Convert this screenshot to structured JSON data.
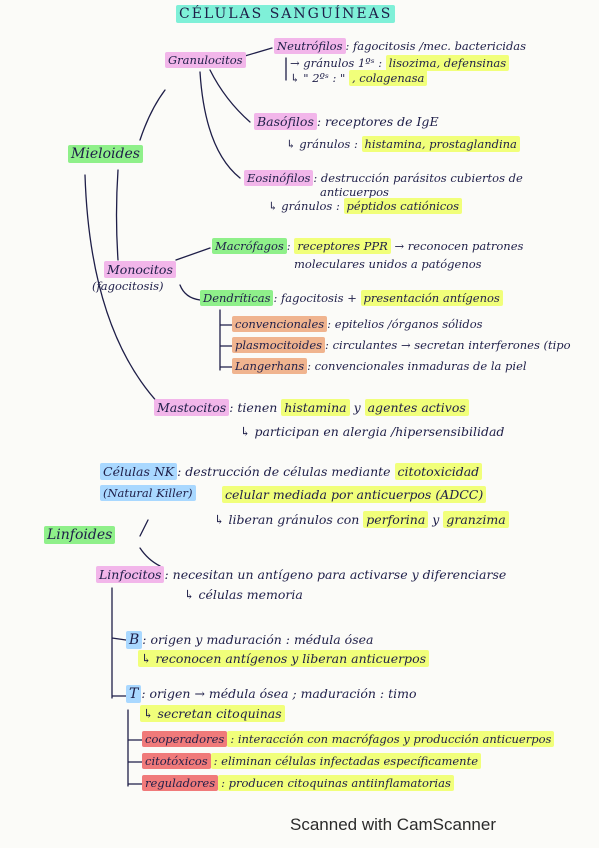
{
  "title": "CÉLULAS SANGUÍNEAS",
  "mieloides": {
    "label": "Mieloides",
    "granulocitos": {
      "label": "Granulocitos",
      "neutrofilos": {
        "label": "Neutrófilos",
        "desc": ": fagocitosis /mec. bactericidas",
        "g1_prefix": "→ gránulos 1ºˢ :",
        "g1_value": "lisozima, defensinas",
        "g2_prefix": "↳ \"        2ºˢ :   \"",
        "g2_value": ", colagenasa"
      },
      "basofilos": {
        "label": "Basófilos",
        "desc": ": receptores de IgE",
        "granulos_prefix": "↳ gránulos :",
        "granulos_value": "histamina, prostaglandina"
      },
      "eosinofilos": {
        "label": "Eosinófilos",
        "desc": ": destrucción parásitos cubiertos de",
        "desc2": "anticuerpos",
        "granulos_prefix": "↳ gránulos :",
        "granulos_value": "péptidos catiónicos"
      }
    },
    "monocitos": {
      "label": "Monocitos",
      "sub": "(fagocitosis)",
      "macrofagos": {
        "label": "Macrófagos",
        "desc_prefix": ":",
        "desc_hl": "receptores PPR",
        "desc_rest": "→ reconocen patrones",
        "desc2": "moleculares unidos a patógenos"
      },
      "dendriticas": {
        "label": "Dendríticas",
        "desc": ": fagocitosis +",
        "desc_hl": "presentación antígenos",
        "convencionales_label": "convencionales",
        "convencionales_desc": ": epitelios /órganos sólidos",
        "plasmocitoides_label": "plasmocitoides",
        "plasmocitoides_desc": ": circulantes → secretan interferones (tipo",
        "langerhans_label": "Langerhans",
        "langerhans_desc": ": convencionales inmaduras de la piel"
      }
    },
    "mastocitos": {
      "label": "Mastocitos",
      "desc_prefix": ": tienen",
      "desc_hl1": "histamina",
      "desc_mid": "y",
      "desc_hl2": "agentes activos",
      "desc2": "↳ participan en alergia /hipersensibilidad"
    }
  },
  "nk": {
    "label": "Células NK",
    "sub": "(Natural Killer)",
    "desc": ": destrucción de células mediante",
    "desc_hl": "citotoxicidad",
    "desc2": "celular mediada por anticuerpos (ADCC)",
    "desc3_prefix": "↳ liberan gránulos con",
    "desc3_hl1": "perforina",
    "desc3_mid": "y",
    "desc3_hl2": "granzima"
  },
  "linfoides": {
    "label": "Linfoides",
    "linfocitos": {
      "label": "Linfocitos",
      "desc": ": necesitan un antígeno para activarse y diferenciarse",
      "desc2": "↳ células memoria",
      "b": {
        "label": "B",
        "desc": ": origen y maduración : médula ósea",
        "desc2": "↳ reconocen antígenos y liberan anticuerpos"
      },
      "t": {
        "label": "T",
        "desc": ": origen → médula ósea ; maduración : timo",
        "desc2": "↳ secretan citoquinas",
        "cooperadores_label": "cooperadores",
        "cooperadores_desc": ": interacción con macrófagos y producción anticuerpos",
        "citotoxicos_label": "citotóxicos",
        "citotoxicos_desc": ": eliminan células infectadas específicamente",
        "reguladores_label": "reguladores",
        "reguladores_desc": ": producen citoquinas antiinflamatorias"
      }
    }
  },
  "watermark": "Scanned with CamScanner"
}
